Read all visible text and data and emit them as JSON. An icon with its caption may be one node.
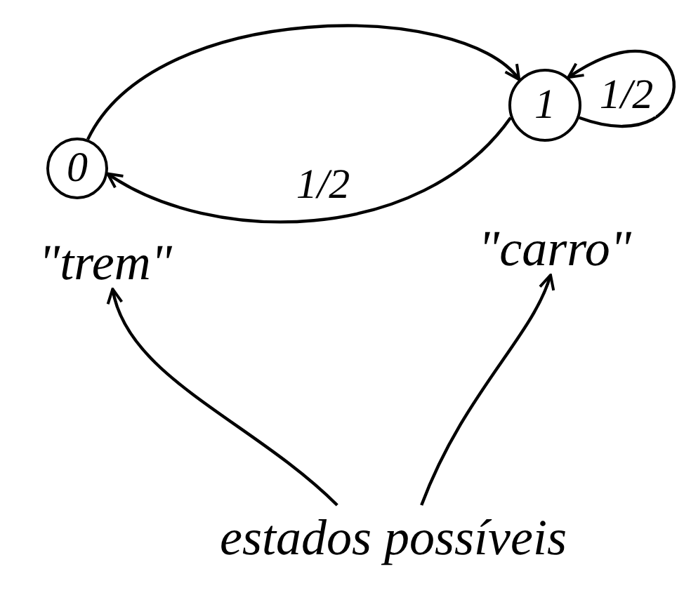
{
  "diagram": {
    "nodes": [
      {
        "text": [
          "0"
        ]
      },
      {
        "text": [
          "1"
        ]
      },
      {
        "text": [
          "\"trem\""
        ]
      },
      {
        "text": [
          "\"carro\""
        ]
      },
      {
        "text": [
          "estados possíveis"
        ]
      }
    ],
    "edges": [
      {
        "from": 0,
        "to": 1,
        "arrow": "to"
      },
      {
        "from": 1,
        "to": 0,
        "arrow": "to",
        "label": "1/2"
      },
      {
        "from": 1,
        "to": 1,
        "arrow": "to",
        "label": "1/2"
      },
      {
        "from": 4,
        "to": 2,
        "arrow": "to"
      },
      {
        "from": 4,
        "to": 3,
        "arrow": "to"
      }
    ]
  }
}
